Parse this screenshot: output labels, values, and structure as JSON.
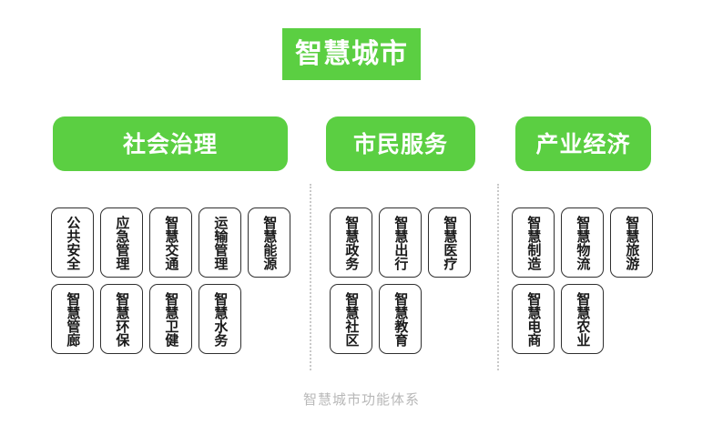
{
  "background_color": "#ffffff",
  "accent_color": "#5BCF42",
  "border_color": "#2f2f2f",
  "caption_color": "#b8b8b8",
  "root": {
    "label": "智慧城市"
  },
  "columns": [
    {
      "header": "社会治理",
      "rows": [
        [
          "公共安全",
          "应急管理",
          "智慧交通",
          "运输管理",
          "智慧能源"
        ],
        [
          "智慧管廊",
          "智慧环保",
          "智慧卫健",
          "智慧水务"
        ]
      ]
    },
    {
      "header": "市民服务",
      "rows": [
        [
          "智慧政务",
          "智慧出行",
          "智慧医疗"
        ],
        [
          "智慧社区",
          "智慧教育"
        ]
      ]
    },
    {
      "header": "产业经济",
      "rows": [
        [
          "智慧制造",
          "智慧物流",
          "智慧旅游"
        ],
        [
          "智慧电商",
          "智慧农业"
        ]
      ]
    }
  ],
  "caption": "智慧城市功能体系"
}
